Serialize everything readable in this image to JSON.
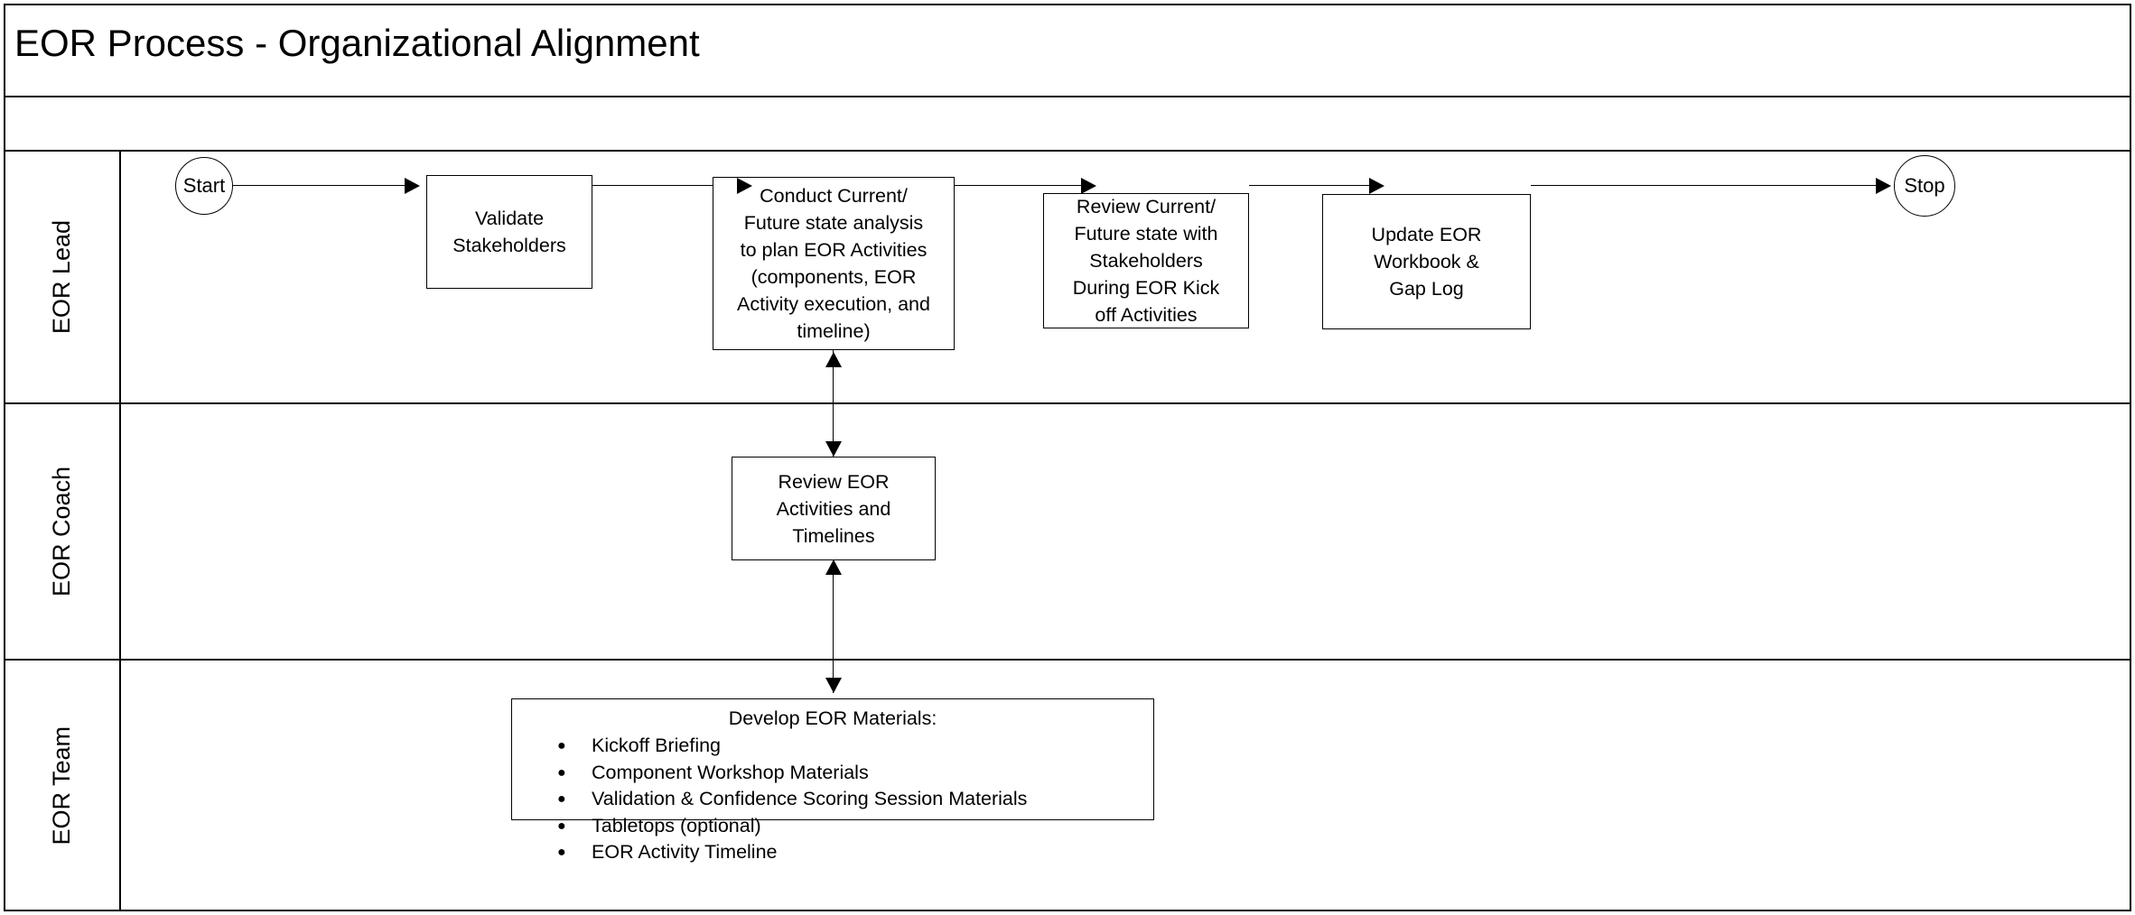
{
  "diagram": {
    "title": "EOR Process - Organizational Alignment",
    "type": "swimlane-flowchart"
  },
  "lanes": [
    {
      "id": "eor-lead",
      "label": "EOR Lead"
    },
    {
      "id": "eor-coach",
      "label": "EOR Coach"
    },
    {
      "id": "eor-team",
      "label": "EOR Team"
    }
  ],
  "nodes": {
    "start": {
      "label": "Start",
      "shape": "circle",
      "lane": "eor-lead"
    },
    "validate_stakeholders": {
      "label": "Validate\nStakeholders",
      "shape": "process",
      "lane": "eor-lead"
    },
    "conduct_analysis": {
      "label": "Conduct Current/\nFuture state analysis\nto plan EOR Activities\n(components, EOR\nActivity execution, and\ntimeline)",
      "shape": "process",
      "lane": "eor-lead"
    },
    "review_with_stakeholders": {
      "label": "Review Current/\nFuture state with\nStakeholders\nDuring EOR Kick\noff Activities",
      "shape": "process",
      "lane": "eor-lead"
    },
    "update_workbook": {
      "label": "Update EOR\nWorkbook &\nGap Log",
      "shape": "process",
      "lane": "eor-lead"
    },
    "stop": {
      "label": "Stop",
      "shape": "circle",
      "lane": "eor-lead"
    },
    "review_activities_timelines": {
      "label": "Review EOR\nActivities and\nTimelines",
      "shape": "process",
      "lane": "eor-coach"
    },
    "develop_materials": {
      "title": "Develop EOR Materials:",
      "shape": "process-list",
      "lane": "eor-team",
      "bullet_glyph": "●",
      "items": [
        "Kickoff Briefing",
        "Component Workshop Materials",
        "Validation & Confidence Scoring Session Materials",
        "Tabletops (optional)",
        "EOR Activity Timeline"
      ]
    }
  },
  "edges": [
    {
      "from": "start",
      "to": "validate_stakeholders",
      "direction": "right"
    },
    {
      "from": "validate_stakeholders",
      "to": "conduct_analysis",
      "direction": "right"
    },
    {
      "from": "conduct_analysis",
      "to": "review_with_stakeholders",
      "direction": "right"
    },
    {
      "from": "review_with_stakeholders",
      "to": "update_workbook",
      "direction": "right"
    },
    {
      "from": "update_workbook",
      "to": "stop",
      "direction": "right"
    },
    {
      "from": "conduct_analysis",
      "to": "review_activities_timelines",
      "direction": "bidirectional-vertical"
    },
    {
      "from": "review_activities_timelines",
      "to": "develop_materials",
      "direction": "bidirectional-vertical"
    }
  ],
  "colors": {
    "stroke": "#000000",
    "background": "#ffffff",
    "text": "#000000"
  }
}
